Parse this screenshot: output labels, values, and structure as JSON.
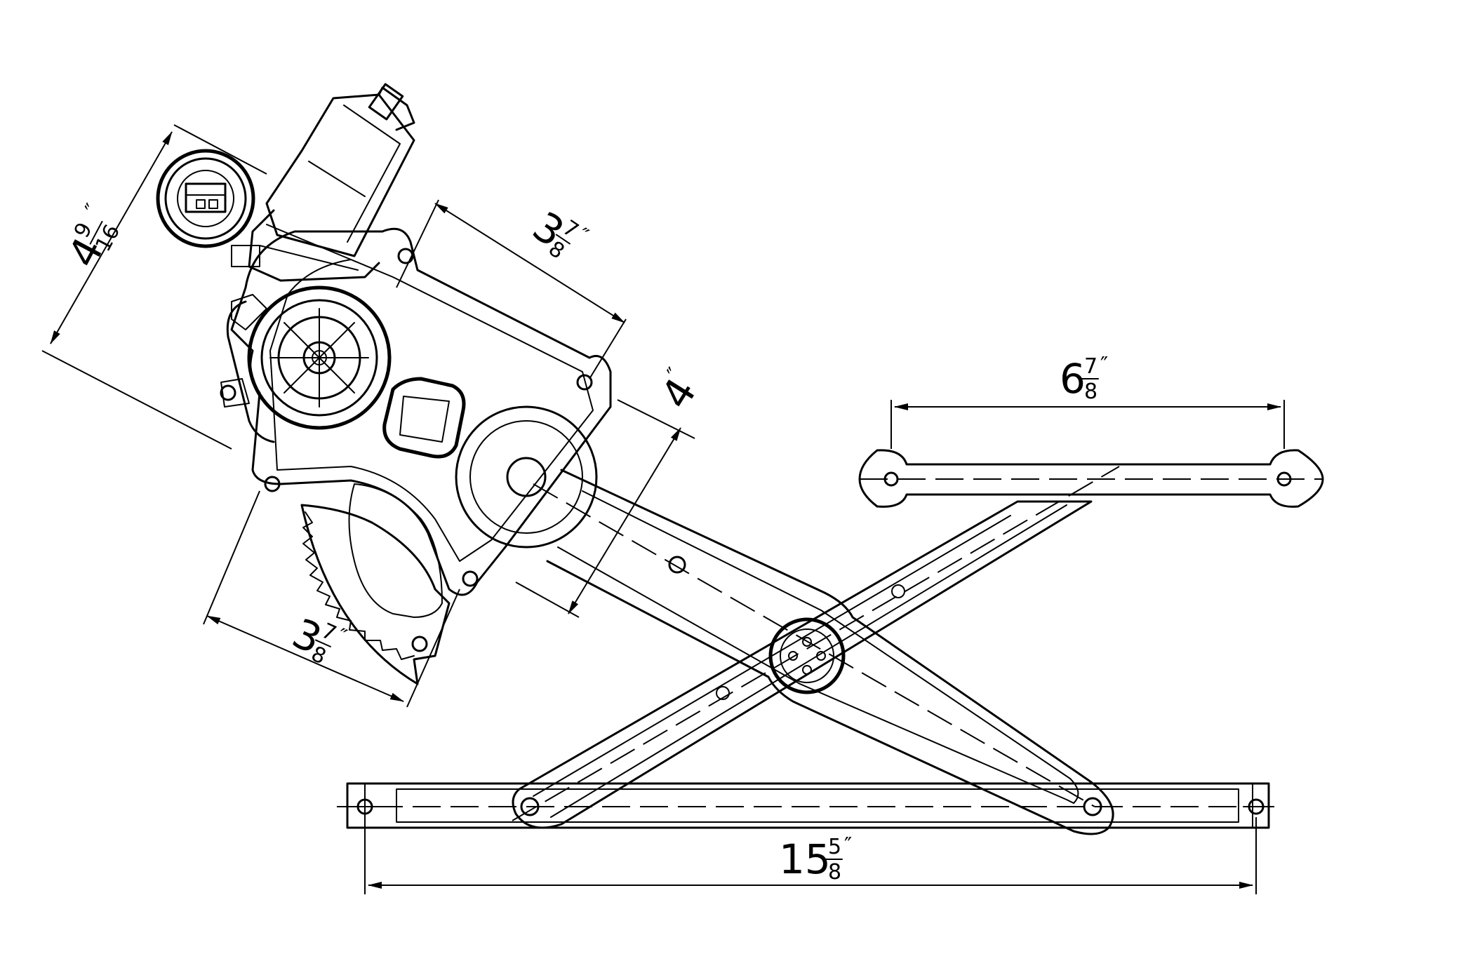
{
  "drawing": {
    "subject": "window regulator with motor",
    "line_color": "#000000",
    "background_color": "#ffffff"
  },
  "dimensions": {
    "motor_height": {
      "whole": "4",
      "num": "9",
      "den": "16",
      "unit": "″"
    },
    "gear_to_arm_span": {
      "whole": "3",
      "num": "7",
      "den": "8",
      "unit": "″"
    },
    "arm_width": {
      "whole": "4",
      "unit": "″"
    },
    "gear_sector_span": {
      "whole": "3",
      "num": "7",
      "den": "8",
      "unit": "″"
    },
    "upper_rail_length": {
      "whole": "6",
      "num": "7",
      "den": "8",
      "unit": "″"
    },
    "lower_rail_length": {
      "whole": "15",
      "num": "5",
      "den": "8",
      "unit": "″"
    }
  }
}
